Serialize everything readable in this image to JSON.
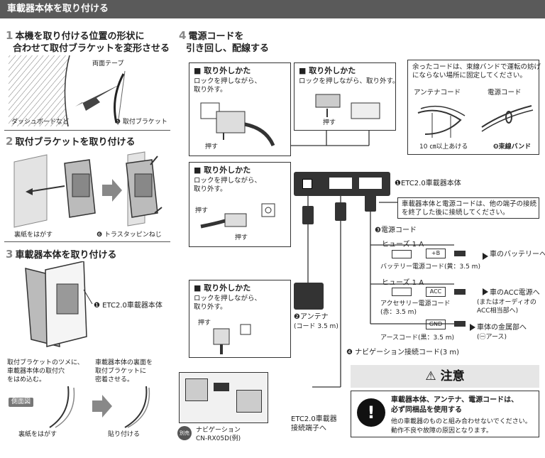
{
  "header": {
    "title": "車載器本体を取り付ける"
  },
  "step1": {
    "num": "1",
    "line1": "本機を取り付ける位置の形状に",
    "line2": "合わせて取付ブラケットを変形させる",
    "label_tape": "両面テープ",
    "label_dash": "ダッシュボードなど",
    "label_bracket": "❺ 取付ブラケット"
  },
  "step2": {
    "num": "2",
    "title": "取付ブラケットを取り付ける",
    "label_peel": "裏紙をはがす",
    "label_screw": "❻ トラスタッピンねじ"
  },
  "step3": {
    "num": "3",
    "title": "車載器本体を取り付ける",
    "label_unit": "❶ ETC2.0車載器本体",
    "note_left_1": "取付ブラケットのツメに、",
    "note_left_2": "車載器本体の取付穴",
    "note_left_3": "をはめ込む。",
    "note_right_1": "車載器本体の裏面を",
    "note_right_2": "取付ブラケットに",
    "note_right_3": "密着させる。",
    "side_view": "側面図",
    "label_peel": "裏紙をはがす",
    "label_stick": "貼り付ける"
  },
  "step4": {
    "num": "4",
    "line1": "電源コードを",
    "line2": "引き回し、配線する"
  },
  "removal": {
    "title": "■ 取り外しかた",
    "text1": "ロックを押しながら、",
    "text2": "取り外す。",
    "push": "押す"
  },
  "removal_top_text": "ロックを押しながら、取り外す。",
  "cable_note": {
    "line1": "余ったコードは、束線バンドで運転の妨げ",
    "line2": "にならない場所に固定してください。",
    "antenna_cord": "アンテナコード",
    "power_cord": "電源コード",
    "distance": "10 ㎝以上あける",
    "band": "❽束線バンド"
  },
  "unit_label": "❶ETC2.0車載器本体",
  "connect_note": {
    "line1": "車載器本体と電源コードは、他の端子の接続",
    "line2": "を終了した後に接続してください。"
  },
  "power": {
    "label": "❸電源コード",
    "fuse": "ヒューズ 1 A",
    "battery_tag": "+B",
    "battery_to": "車のバッテリーへ",
    "battery_cord": "バッテリー電源コード(黄：3.5 m)",
    "acc_tag": "ACC",
    "acc_to": "車のACC電源へ",
    "acc_alt1": "(またはオーディオの",
    "acc_alt2": "ACC相当部へ)",
    "acc_cord1": "アクセサリー電源コード",
    "acc_cord2": "(赤：3.5 m)",
    "gnd_tag": "GND",
    "gnd_to": "車体の金属部へ",
    "gnd_sub": "(㊀アース)",
    "gnd_cord": "アースコード(黒：3.5 m)"
  },
  "antenna": {
    "label": "❷アンテナ",
    "sub": "(コード 3.5 m)"
  },
  "nav_cord": {
    "label": "❹ ナビゲーション接続コード(3 m)"
  },
  "nav": {
    "badge": "別売",
    "label1": "ナビゲーション",
    "label2": "CN-RX05D(例)"
  },
  "etc_terminal": {
    "line1": "ETC2.0車載器",
    "line2": "接続端子へ"
  },
  "caution": {
    "title": "注意",
    "bold1": "車載器本体、アンテナ、電源コードは、",
    "bold2": "必ず同梱品を使用する",
    "text1": "他の車載器のものと組み合わせないでください。",
    "text2": "動作不良や故障の原因となります。"
  }
}
